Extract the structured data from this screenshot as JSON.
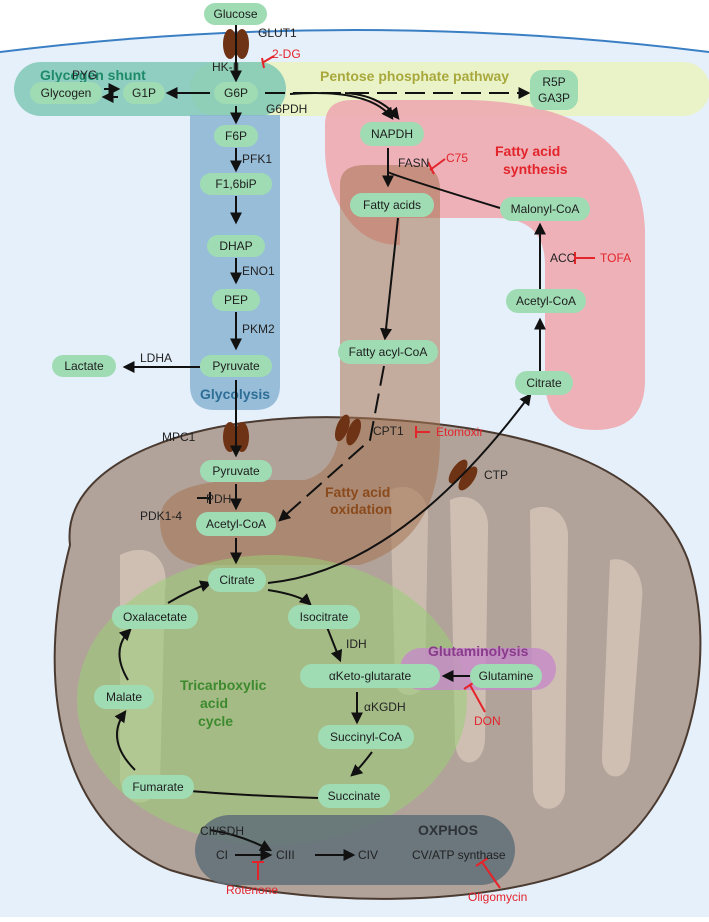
{
  "colors": {
    "node": "#9fdcb4",
    "arrow": "#111111",
    "inhibitor": "#e3242b",
    "glycogen_shunt": "#1e8a6a",
    "ppp": "#a8a83c",
    "fas": "#e3242b",
    "glycolysis": "#2d6e96",
    "fao": "#8a4a1c",
    "tca": "#3d8a2e",
    "glutaminolysis": "#8a3a8c",
    "oxphos": "#2e3338"
  },
  "pathways": {
    "glycogen_shunt": "Glycogen shunt",
    "ppp": "Pentose phosphate pathway",
    "fas_line1": "Fatty acid",
    "fas_line2": "synthesis",
    "glycolysis": "Glycolysis",
    "fao_line1": "Fatty acid",
    "fao_line2": "oxidation",
    "tca_line1": "Tricarboxylic",
    "tca_line2": "acid",
    "tca_line3": "cycle",
    "glutaminolysis": "Glutaminolysis",
    "oxphos": "OXPHOS"
  },
  "metabolites": {
    "glucose": "Glucose",
    "glycogen": "Glycogen",
    "g1p": "G1P",
    "g6p": "G6P",
    "r5p": "R5P",
    "ga3p": "GA3P",
    "f6p": "F6P",
    "f16bip": "F1,6biP",
    "dhap": "DHAP",
    "pep": "PEP",
    "pyruvate": "Pyruvate",
    "lactate": "Lactate",
    "napdh": "NAPDH",
    "fatty_acids": "Fatty acids",
    "malonyl_coa": "Malonyl-CoA",
    "acetyl_coa": "Acetyl-CoA",
    "fatty_acyl_coa": "Fatty acyl-CoA",
    "citrate": "Citrate",
    "mito_pyruvate": "Pyruvate",
    "mito_acetyl_coa": "Acetyl-CoA",
    "mito_citrate": "Citrate",
    "isocitrate": "Isocitrate",
    "oxalacetate": "Oxalacetate",
    "malate": "Malate",
    "akg": "αKeto-glutarate",
    "glutamine": "Glutamine",
    "succinyl_coa": "Succinyl-CoA",
    "fumarate": "Fumarate",
    "succinate": "Succinate"
  },
  "enzymes": {
    "glut1": "GLUT1",
    "hk2": "HK-II",
    "pyg": "PYG",
    "g6pdh": "G6PDH",
    "pfk1": "PFK1",
    "eno1": "ENO1",
    "pkm2": "PKM2",
    "ldha": "LDHA",
    "fasn": "FASN",
    "acc": "ACC",
    "mpc1": "MPC1",
    "cpt1": "CPT1",
    "ctp": "CTP",
    "pdh": "PDH",
    "pdk": "PDK1-4",
    "idh": "IDH",
    "akgdh": "αKGDH"
  },
  "inhibitors": {
    "dg": "2-DG",
    "c75": "C75",
    "tofa": "TOFA",
    "etomoxir": "Etomoxir",
    "don": "DON",
    "rotenone": "Rotenone",
    "oligomycin": "Oligomycin"
  },
  "oxphos": {
    "cii": "CII/SDH",
    "ci": "CI",
    "ciii": "CIII",
    "civ": "CIV",
    "cv": "CV/ATP synthase"
  }
}
